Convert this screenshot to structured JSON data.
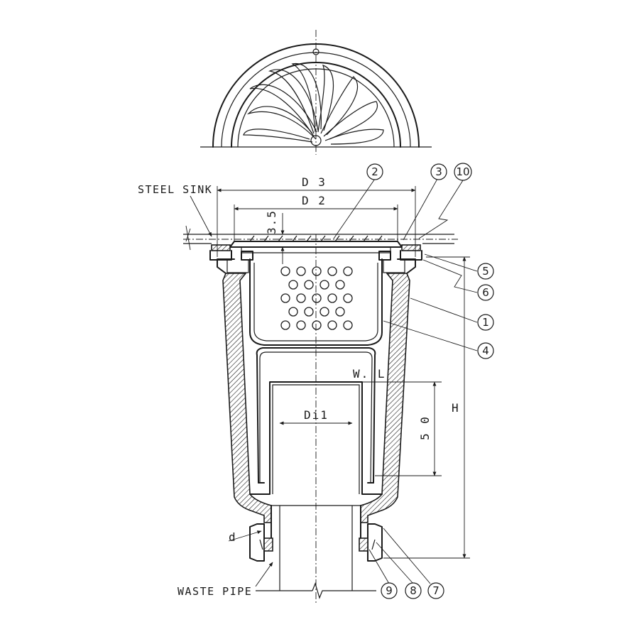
{
  "labels": {
    "steel_sink": "STEEL SINK",
    "waste_pipe": "WASTE PIPE"
  },
  "dimensions": {
    "d3": "D 3",
    "d2": "D 2",
    "di1": "Di1",
    "h": "H",
    "fifty": "5 0",
    "three_five": "3.5",
    "d": "d",
    "wl": "W. L"
  },
  "callouts": [
    "1",
    "2",
    "3",
    "4",
    "5",
    "6",
    "7",
    "8",
    "9",
    "10"
  ]
}
